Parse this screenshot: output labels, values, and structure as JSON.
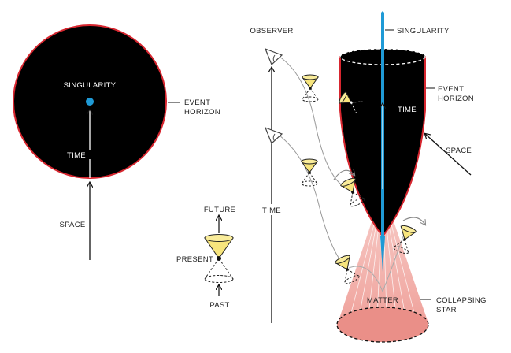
{
  "left_panel": {
    "singularity": "SINGULARITY",
    "time": "TIME",
    "event_horizon_line1": "EVENT",
    "event_horizon_line2": "HORIZON",
    "space": "SPACE"
  },
  "cone_legend": {
    "future": "FUTURE",
    "present": "PRESENT",
    "past": "PAST"
  },
  "right_panel": {
    "observer": "OBSERVER",
    "time": "TIME",
    "singularity": "SINGULARITY",
    "event_horizon_line1": "EVENT",
    "event_horizon_line2": "HORIZON",
    "inner_time": "TIME",
    "space": "SPACE",
    "matter": "MATTER",
    "collapsing_star_line1": "COLLAPSING",
    "collapsing_star_line2": "STAR"
  },
  "colors": {
    "black_hole": "#000000",
    "horizon_outline": "#d7262f",
    "singularity_blue": "#1f9ad6",
    "star_pink": "#f2a9a3",
    "cone_yellow": "#f7e57d"
  }
}
